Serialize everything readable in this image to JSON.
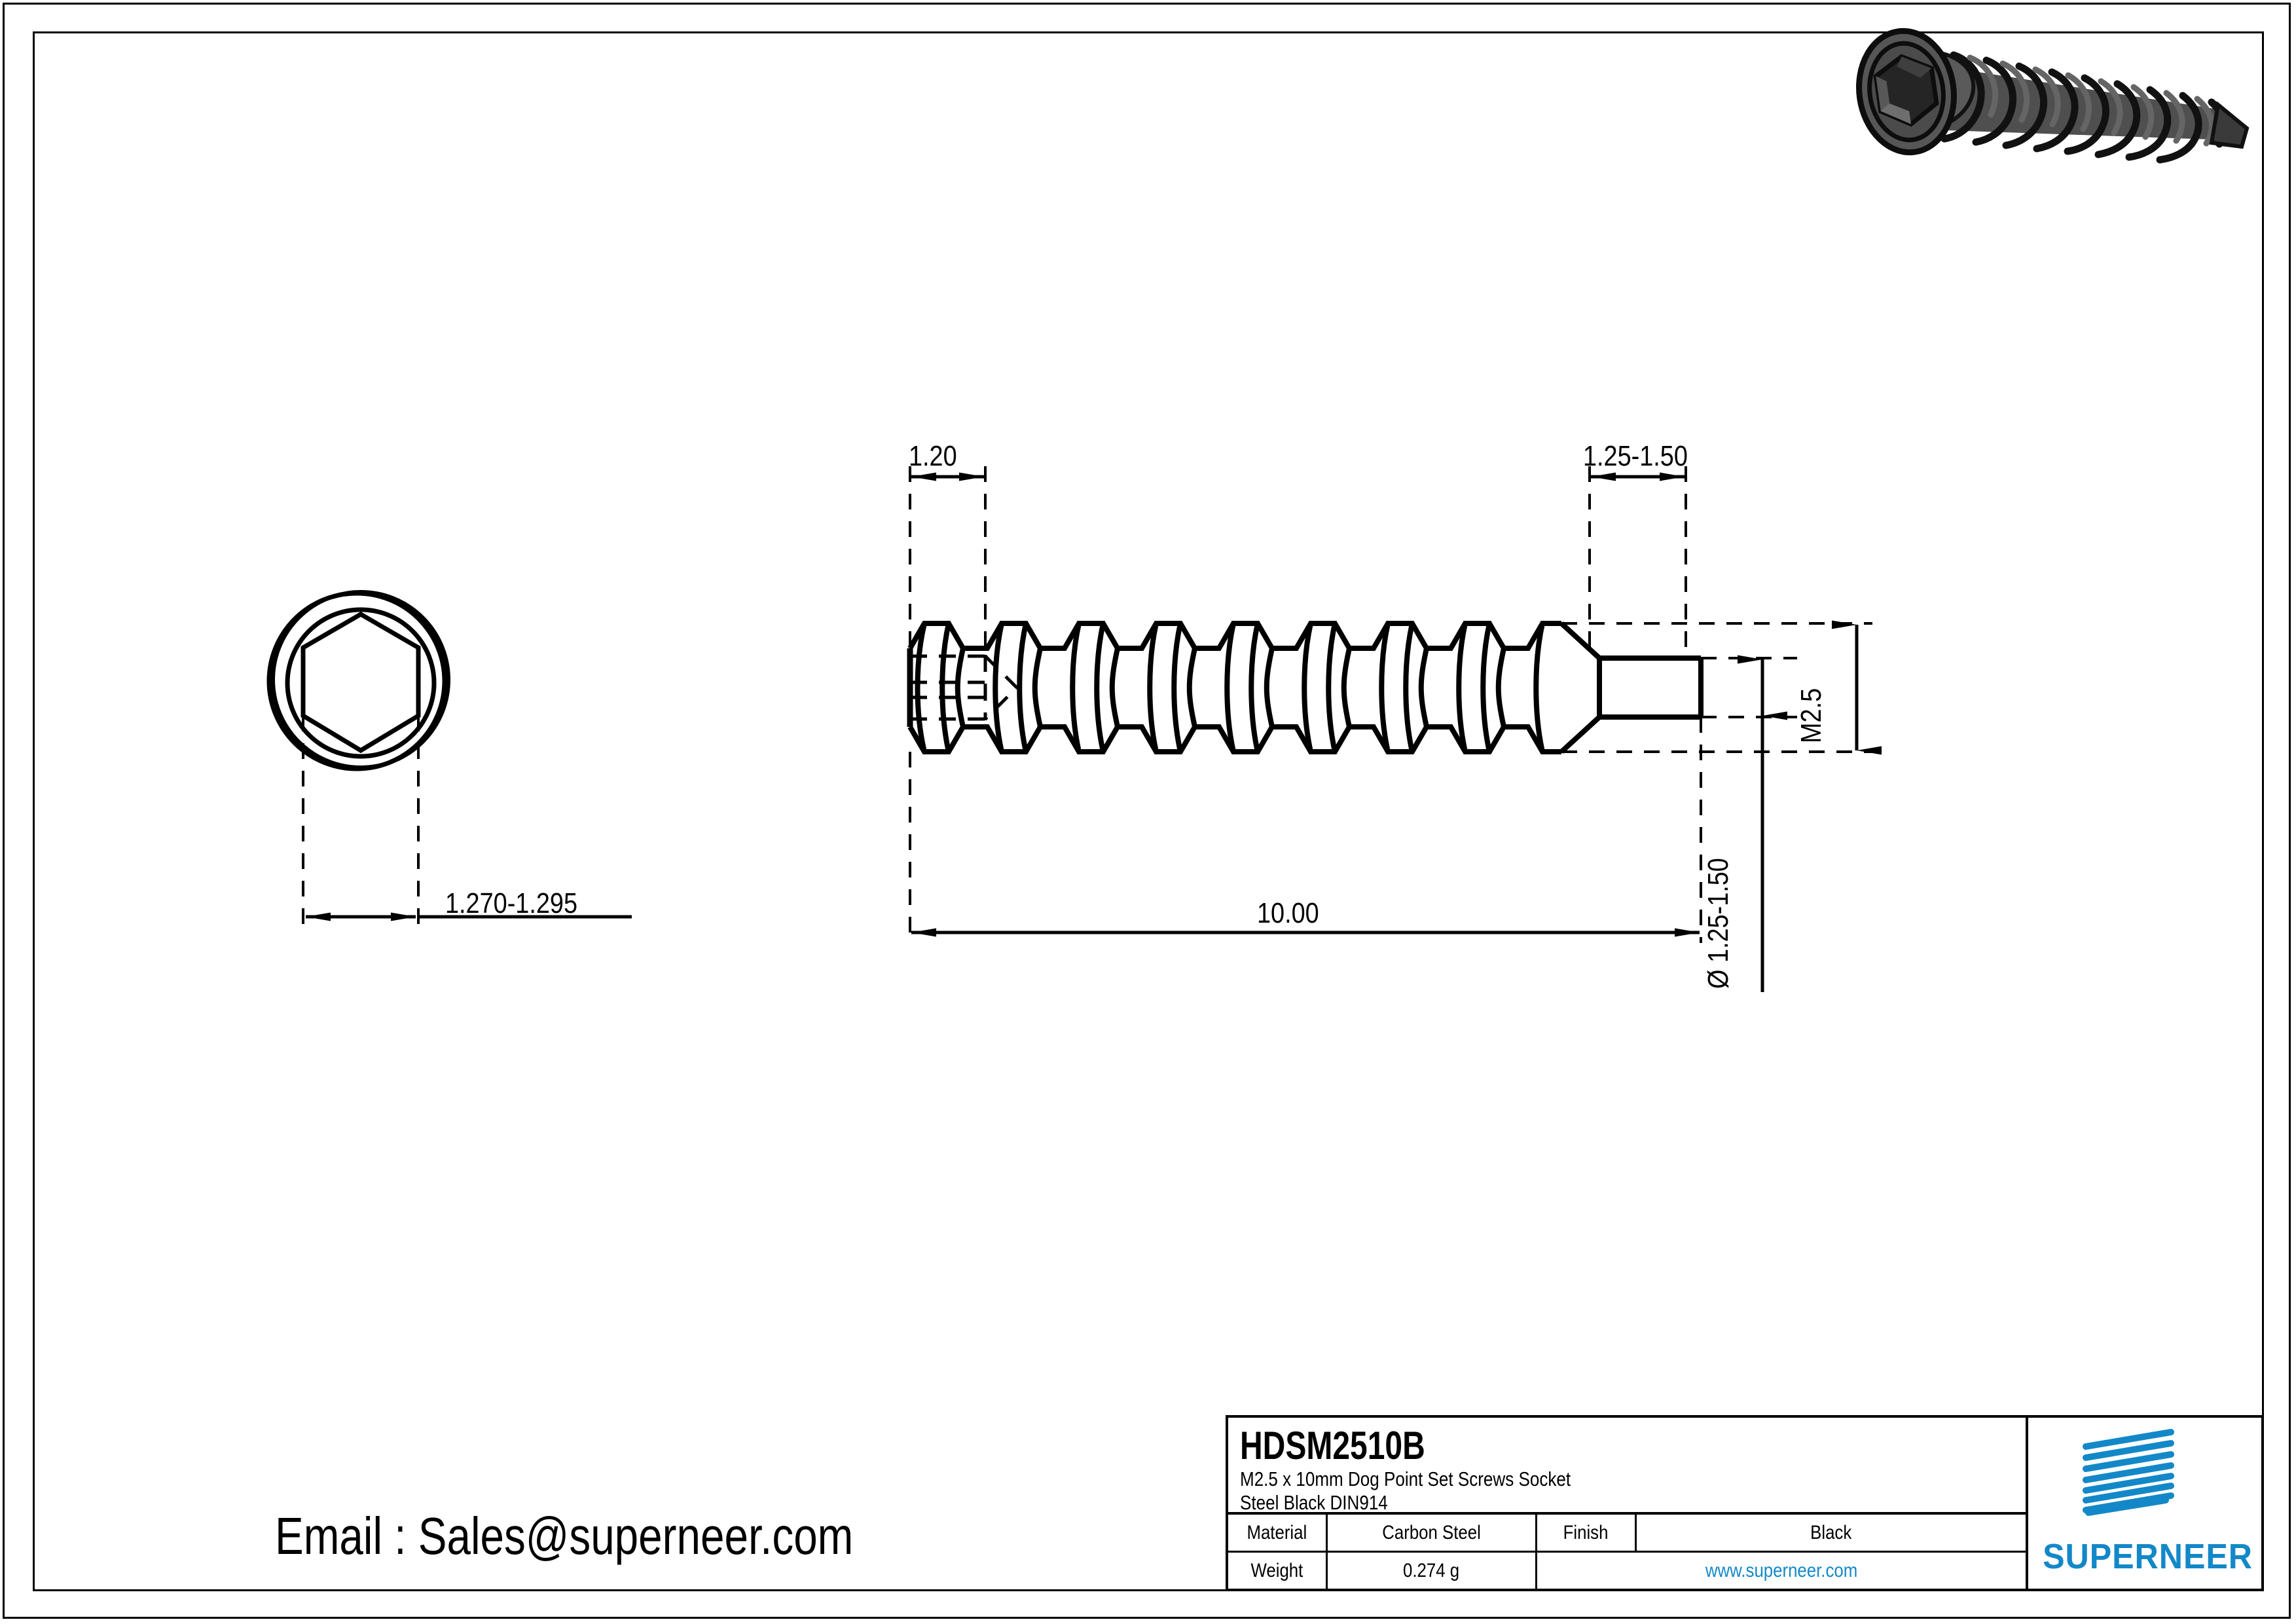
{
  "sheet": {
    "part_number": "HDSM2510B",
    "description_line1": "M2.5 x 10mm Dog Point Set Screws Socket",
    "description_line2": "Steel Black DIN914"
  },
  "contact": {
    "email_label": "Email : Sales@superneer.com"
  },
  "title_block": {
    "material_label": "Material",
    "material_value": "Carbon Steel",
    "finish_label": "Finish",
    "finish_value": "Black",
    "weight_label": "Weight",
    "weight_value": "0.274 g",
    "website": "www.superneer.com",
    "brand": "SUPERNEER",
    "brand_color": "#1388c8"
  },
  "dimensions": {
    "socket_depth": "1.20",
    "dog_point_length": "1.25-1.50",
    "thread_length": "10.00",
    "thread_size": "M2.5",
    "dog_point_diameter": "Ø 1.25-1.50",
    "socket_across_flats": "1.270-1.295"
  },
  "views": {
    "front_view_name": "end-view-hex-socket",
    "side_view_name": "side-view-threaded-body",
    "iso_view_name": "isometric-render-set-screw"
  },
  "render": {
    "body_color": "#5a5a5a",
    "shadow_color": "#1a1a1a",
    "socket_color": "#2b2b2b"
  }
}
